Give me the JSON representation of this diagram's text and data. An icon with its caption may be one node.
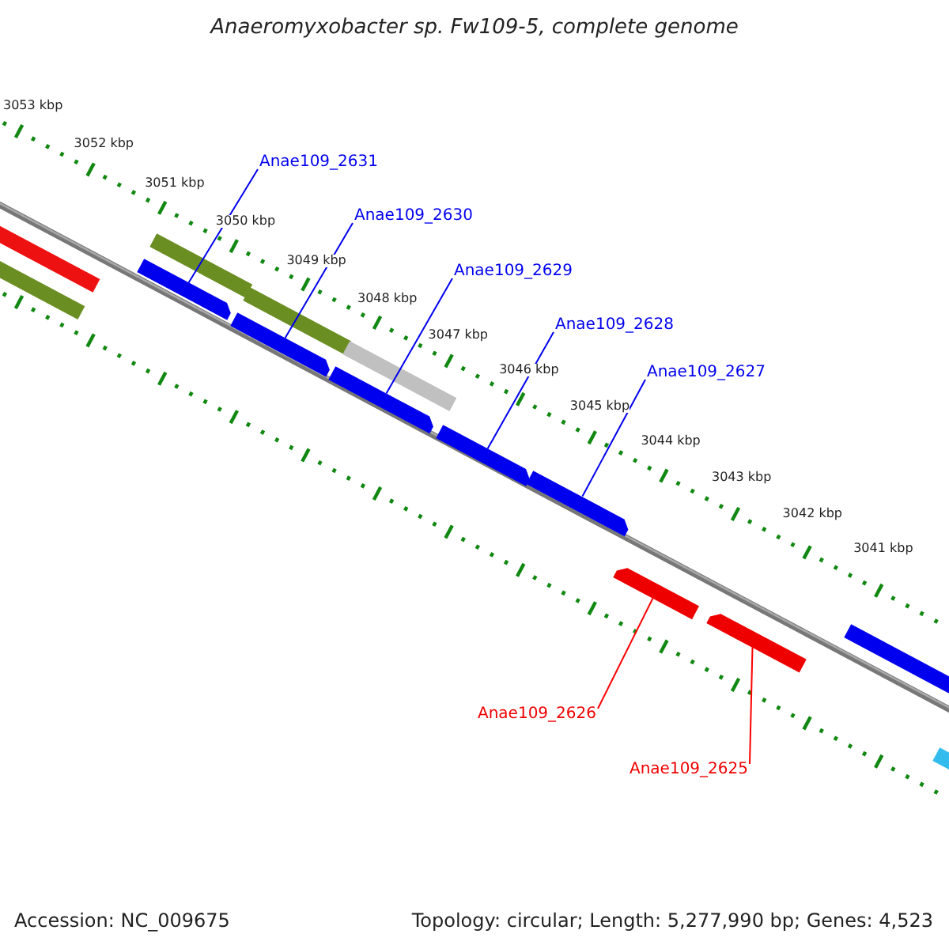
{
  "diagram": {
    "title": "Anaeromyxobacter sp. Fw109-5, complete genome",
    "nodes": [
      {
        "text": [
          "Anae109_2631"
        ]
      },
      {
        "text": [
          "Anae109_2630"
        ]
      },
      {
        "text": [
          "Anae109_2629"
        ]
      },
      {
        "text": [
          "Anae109_2628"
        ]
      },
      {
        "text": [
          "Anae109_2627"
        ]
      },
      {
        "text": [
          "Anae109_2626"
        ]
      },
      {
        "text": [
          "Anae109_2625"
        ]
      },
      {
        "text": [],
        "shape": "bar"
      },
      {
        "text": [],
        "shape": "bar"
      },
      {
        "text": [],
        "shape": "bar"
      },
      {
        "text": [],
        "shape": "bar"
      },
      {
        "text": [],
        "shape": "bar"
      },
      {
        "text": [],
        "shape": "bar"
      },
      {
        "text": [],
        "shape": "bar"
      },
      {
        "text": [],
        "shape": "bar"
      },
      {
        "text": [],
        "shape": "bar"
      },
      {
        "text": [],
        "shape": "bar"
      },
      {
        "text": [],
        "shape": "bar"
      },
      {
        "text": [],
        "shape": "bar"
      },
      {
        "text": [],
        "shape": "bar"
      },
      {
        "text": [],
        "shape": "bar"
      }
    ],
    "edges": [
      {
        "from": 0,
        "to": 7,
        "arrow": "none"
      },
      {
        "from": 1,
        "to": 8,
        "arrow": "none"
      },
      {
        "from": 2,
        "to": 9,
        "arrow": "none"
      },
      {
        "from": 3,
        "to": 10,
        "arrow": "none"
      },
      {
        "from": 4,
        "to": 11,
        "arrow": "none"
      },
      {
        "from": 5,
        "to": 12,
        "arrow": "none",
        "color": "#ff0000"
      },
      {
        "from": 6,
        "to": 13,
        "arrow": "none",
        "color": "#ff0000"
      }
    ],
    "labels": [
      "3053 kbp",
      "3052 kbp",
      "3051 kbp",
      "3050 kbp",
      "3049 kbp",
      "3048 kbp",
      "3047 kbp",
      "3046 kbp",
      "3045 kbp",
      "3044 kbp",
      "3043 kbp",
      "3042 kbp",
      "3041 kbp",
      "Accession: NC_009675",
      "Topology: circular; Length: 5,277,990 bp; Genes: 4,523"
    ]
  }
}
